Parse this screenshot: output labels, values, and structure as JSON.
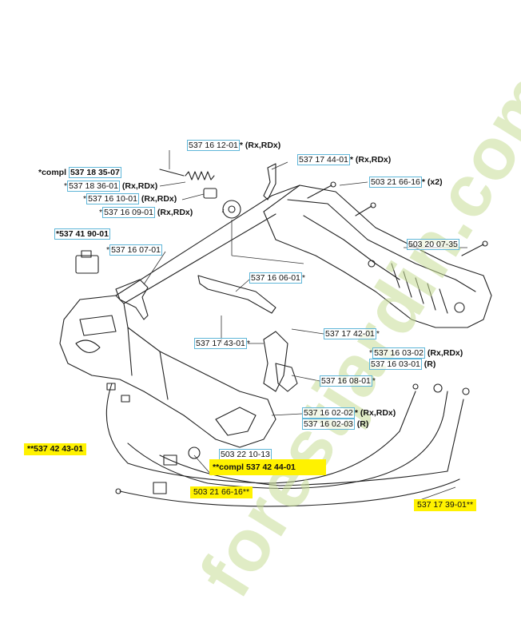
{
  "watermark": "forestjardin.com",
  "labels": {
    "l1": {
      "pn": "537 16 12-01",
      "suffix": "* (Rx,RDx)"
    },
    "l2": {
      "prefix": "*compl ",
      "pn": "537 18 35-07"
    },
    "l3": {
      "pn": "537 17 44-01",
      "suffix": "* (Rx,RDx)"
    },
    "l4": {
      "prefix": "*",
      "pn": "537 18 36-01",
      "suffix": " (Rx,RDx)"
    },
    "l5": {
      "pn": "503 21 66-16",
      "suffix": "* (x2)"
    },
    "l6": {
      "prefix": "*",
      "pn": "537 16 10-01",
      "suffix": " (Rx,RDx)"
    },
    "l7": {
      "prefix": "*",
      "pn": "537 16 09-01",
      "suffix": " (Rx,RDx)"
    },
    "l8": {
      "pn": "*537 41 90-01"
    },
    "l9": {
      "pn": "503 20 07-35"
    },
    "l10": {
      "prefix": "*",
      "pn": "537 16 07-01"
    },
    "l11": {
      "pn": "537 16 06-01",
      "suffix": "*"
    },
    "l12": {
      "pn": "537 17 42-01",
      "suffix": "*"
    },
    "l13": {
      "pn": "537 17 43-01",
      "suffix": "*"
    },
    "l14": {
      "prefix": "*",
      "pn": "537 16 03-02",
      "suffix": " (Rx,RDx)"
    },
    "l15": {
      "pn": "537 16 03-01",
      "suffix": " (R)"
    },
    "l16": {
      "pn": "537 16 08-01",
      "suffix": "*"
    },
    "l17": {
      "pn": "537 16 02-02",
      "suffix": "* (Rx,RDx)"
    },
    "l18": {
      "pn": "537 16 02-03",
      "suffix": " (R)"
    },
    "l19": {
      "pn": "503 22 10-13"
    },
    "h1": "**537 42 43-01",
    "h2": "**compl 537 42 44-01",
    "h3": "503 21 66-16**",
    "h4": "537 17 39-01**"
  }
}
